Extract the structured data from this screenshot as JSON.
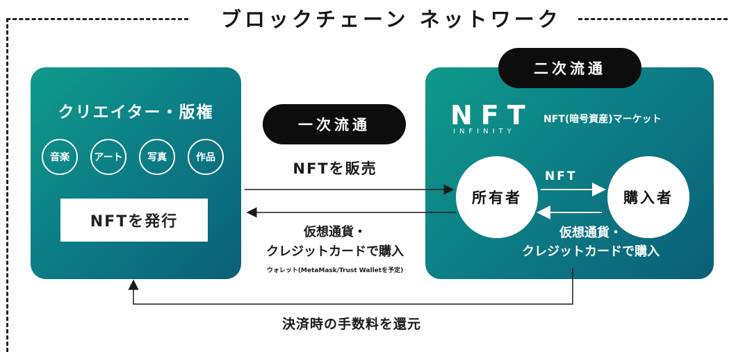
{
  "diagram": {
    "title": "ブロックチェーン ネットワーク",
    "creator_card": {
      "title": "クリエイター・版権",
      "categories": [
        "音楽",
        "アート",
        "写真",
        "作品"
      ],
      "issue_label": "NFTを発行"
    },
    "primary_label": "一次流通",
    "sell_label": "NFTを販売",
    "payment_left": {
      "line1": "仮想通貨・",
      "line2": "クレジットカードで購入",
      "note": "ウォレット(MetaMask/Trust Walletを予定)"
    },
    "secondary_label": "二次流通",
    "market_card": {
      "logo_main": "NFT",
      "logo_sub": "INFINITY",
      "market_label": "NFT(暗号資産)マーケット",
      "owner": "所有者",
      "buyer": "購入者",
      "nft_arrow_label": "NFT",
      "payment_line1": "仮想通貨・",
      "payment_line2": "クレジットカードで購入"
    },
    "refund_label": "決済時の手数料を還元"
  }
}
